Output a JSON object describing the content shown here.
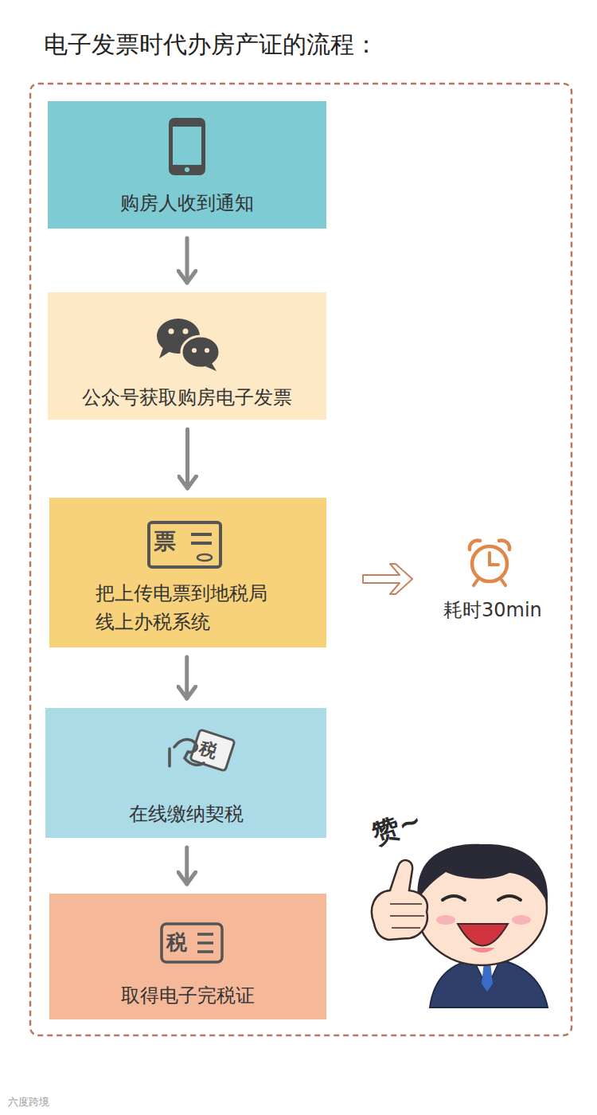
{
  "diagram": {
    "title": "电子发票时代办房产证的流程：",
    "nodes": [
      {
        "text": [
          "购房人收到通知"
        ]
      },
      {
        "text": [
          "公众号获取购房电子发票"
        ]
      },
      {
        "text": [
          "把上传电票到地税局 线上办税系统"
        ]
      },
      {
        "text": [
          "在线缴纳契税"
        ]
      },
      {
        "text": [
          "取得电子完税证"
        ]
      }
    ],
    "edges": [
      {
        "from": 0,
        "to": 1,
        "arrow": "to"
      },
      {
        "from": 1,
        "to": 2,
        "arrow": "to"
      },
      {
        "from": 2,
        "to": 3,
        "arrow": "to"
      },
      {
        "from": 3,
        "to": 4,
        "arrow": "to"
      }
    ],
    "labels": [
      "票",
      "税",
      "税",
      "耗时30min",
      "赞~",
      "六度跨境"
    ]
  }
}
